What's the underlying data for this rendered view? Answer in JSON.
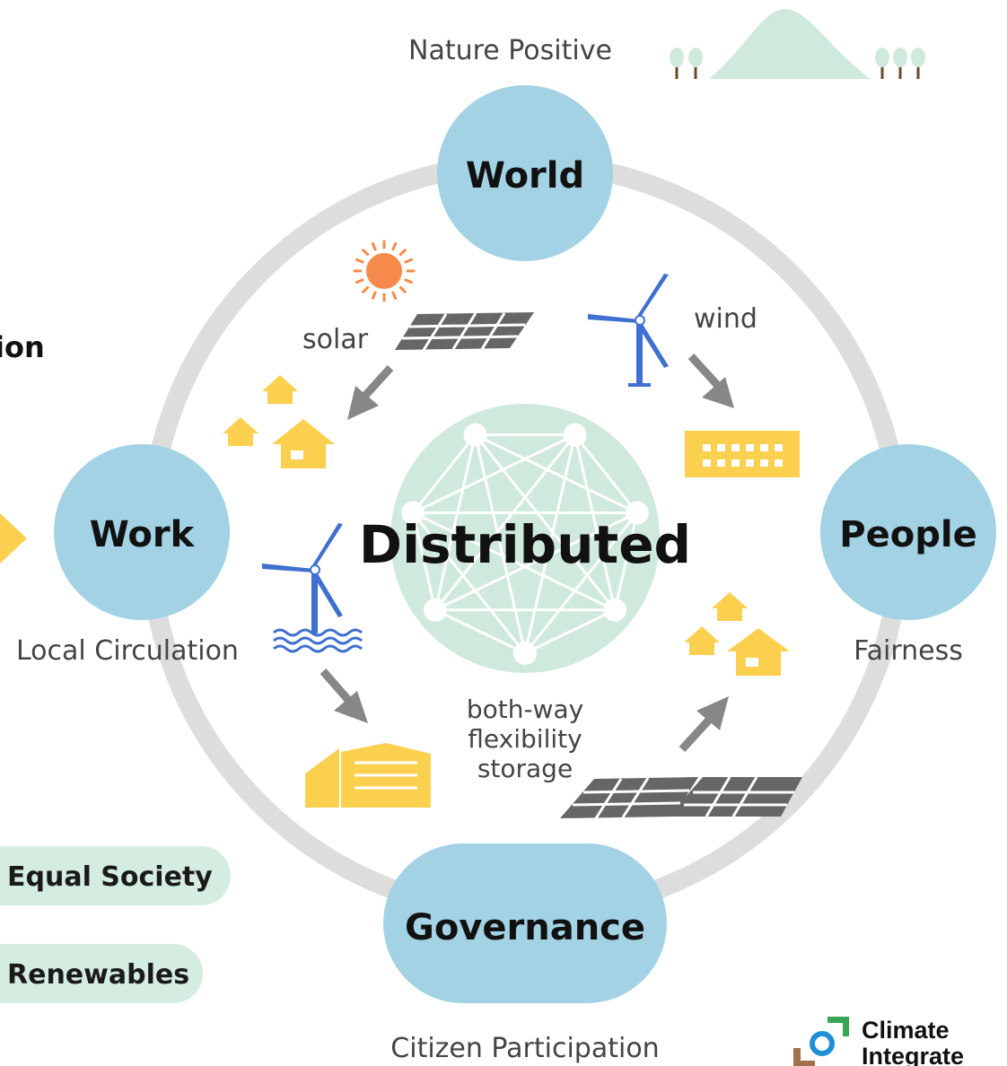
{
  "left_partial": {
    "text": "ion"
  },
  "nodes": {
    "world": "World",
    "work": "Work",
    "people": "People",
    "governance": "Governance"
  },
  "captions": {
    "nature_positive": "Nature  Positive",
    "local_circulation": "Local Circulation",
    "fairness": "Fairness",
    "citizen_participation": "Citizen Participation"
  },
  "energy": {
    "solar": "solar",
    "wind": "wind",
    "storage": [
      "both-way",
      "flexibility",
      "storage"
    ]
  },
  "center": {
    "label": "Distributed"
  },
  "tags": {
    "equal_society": "Equal Society",
    "renewables": "Renewables"
  },
  "logo": {
    "line1": "Climate",
    "line2": "Integrate"
  },
  "colors": {
    "node_blue": "#a3d2e4",
    "ring_gray": "#dddddd",
    "network_green": "#cfe9dc",
    "house_yellow": "#fcd04f",
    "arrow_gray": "#878787",
    "turbine_blue": "#3f6fcf",
    "sun_orange": "#f68a4a",
    "tag_green": "#d5ece0"
  }
}
